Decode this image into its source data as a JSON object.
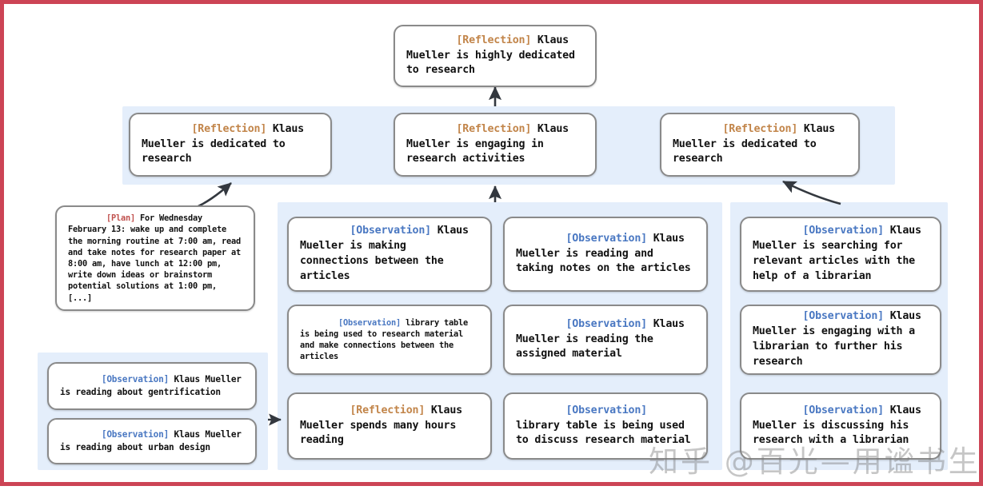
{
  "diagram": {
    "title": "Reflection tree memory stream",
    "colors": {
      "frame": "#cc4455",
      "panel": "#e4eefb",
      "node_border": "#8a8a8a",
      "tag_reflection": "#c2854a",
      "tag_observation": "#4a78c2",
      "tag_plan": "#c0504d",
      "arrow": "#33383f"
    }
  },
  "nodes": {
    "root": {
      "tag": "[Reflection]",
      "text": " Klaus Mueller is highly dedicated to research"
    },
    "reflection_left": {
      "tag": "[Reflection]",
      "text": " Klaus Mueller is dedicated to research"
    },
    "reflection_mid": {
      "tag": "[Reflection]",
      "text": " Klaus Mueller is engaging in research activities"
    },
    "reflection_right": {
      "tag": "[Reflection]",
      "text": " Klaus Mueller is dedicated to research"
    },
    "plan": {
      "tag": "[Plan]",
      "text": " For Wednesday February 13: wake up and complete the morning routine at 7:00 am, read and take notes for research paper at 8:00 am, have lunch at 12:00 pm, write down ideas or brainstorm potential solutions at 1:00 pm, [...]"
    },
    "obs_bl_1": {
      "tag": "[Observation]",
      "text": " Klaus Mueller is reading about gentrification"
    },
    "obs_bl_2": {
      "tag": "[Observation]",
      "text": " Klaus Mueller is reading about urban design"
    },
    "obs_c1_1": {
      "tag": "[Observation]",
      "text": " Klaus Mueller is making connections between the articles"
    },
    "obs_c1_2": {
      "tag": "[Observation]",
      "text": " library table is being used to research material and make connections between the articles"
    },
    "reflection_c1_3": {
      "tag": "[Reflection]",
      "text": " Klaus Mueller spends many hours reading"
    },
    "obs_c2_1": {
      "tag": "[Observation]",
      "text": " Klaus Mueller is reading and taking notes on the articles"
    },
    "obs_c2_2": {
      "tag": "[Observation]",
      "text": " Klaus Mueller is reading the assigned material"
    },
    "obs_c2_3": {
      "tag": "[Observation]",
      "text": " library table is being used to discuss research material"
    },
    "obs_c3_1": {
      "tag": "[Observation]",
      "text": " Klaus Mueller is searching for relevant articles with the help of a librarian"
    },
    "obs_c3_2": {
      "tag": "[Observation]",
      "text": " Klaus Mueller is engaging with a librarian to further his research"
    },
    "obs_c3_3": {
      "tag": "[Observation]",
      "text": " Klaus Mueller is discussing his research with a librarian"
    }
  },
  "watermark": {
    "text": "知乎 @百光—用谧书生"
  }
}
